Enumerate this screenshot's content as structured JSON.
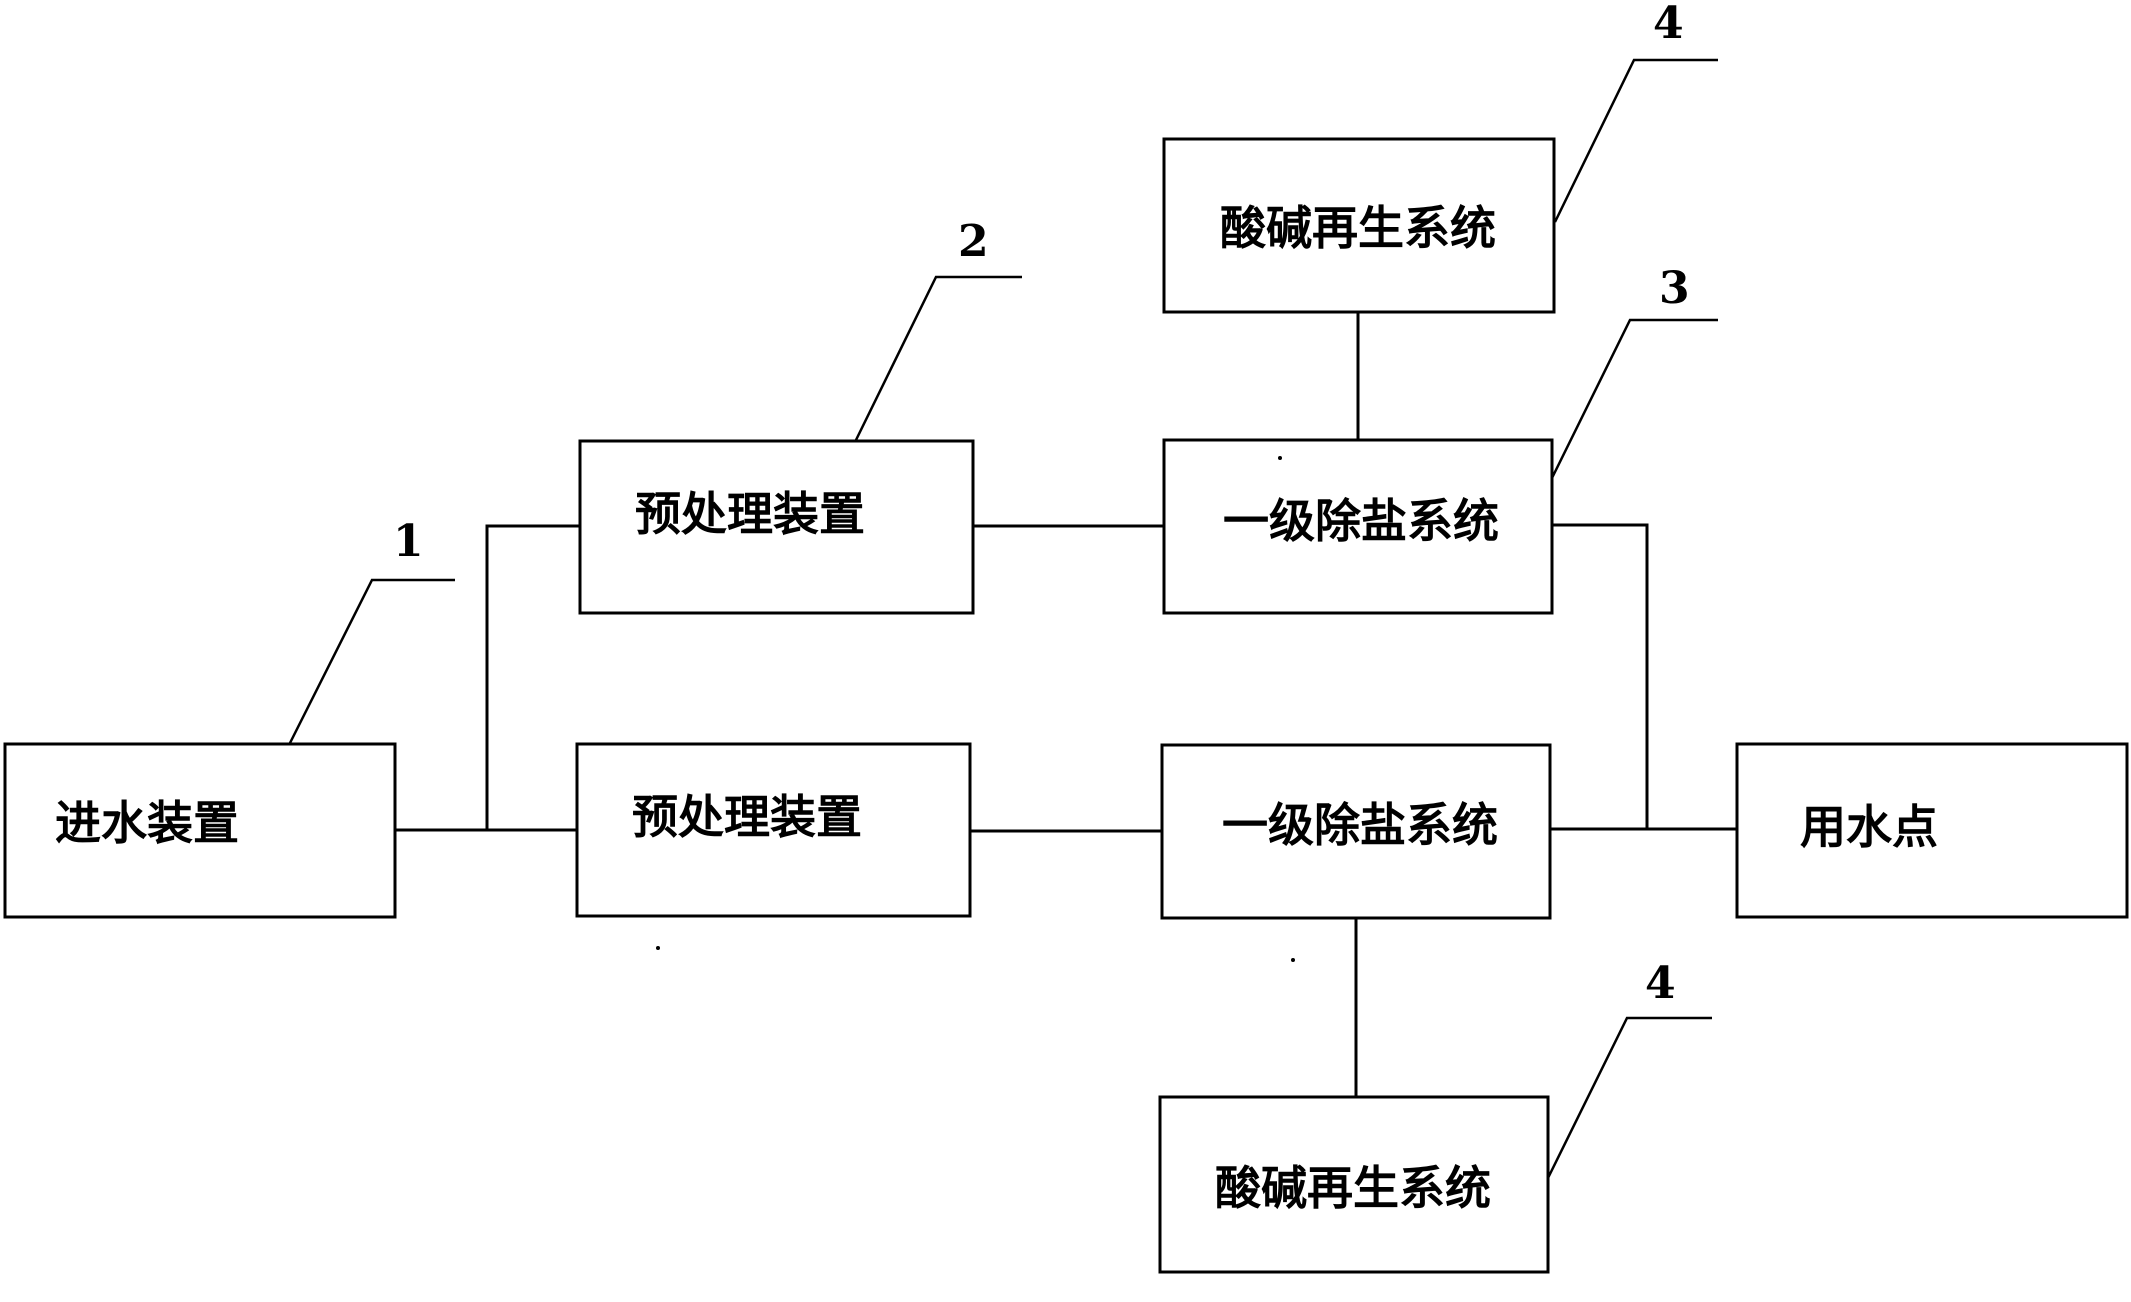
{
  "boxes": {
    "water_inlet": "进水装置",
    "pretreat_top": "预处理装置",
    "pretreat_bottom": "预处理装置",
    "desalt_top": "一级除盐系统",
    "desalt_bottom": "一级除盐系统",
    "regen_top": "酸碱再生系统",
    "regen_bottom": "酸碱再生系统",
    "water_point": "用水点"
  },
  "refs": {
    "inlet": "1",
    "pretreat": "2",
    "desalt": "3",
    "regen_top": "4",
    "regen_bottom": "4"
  }
}
